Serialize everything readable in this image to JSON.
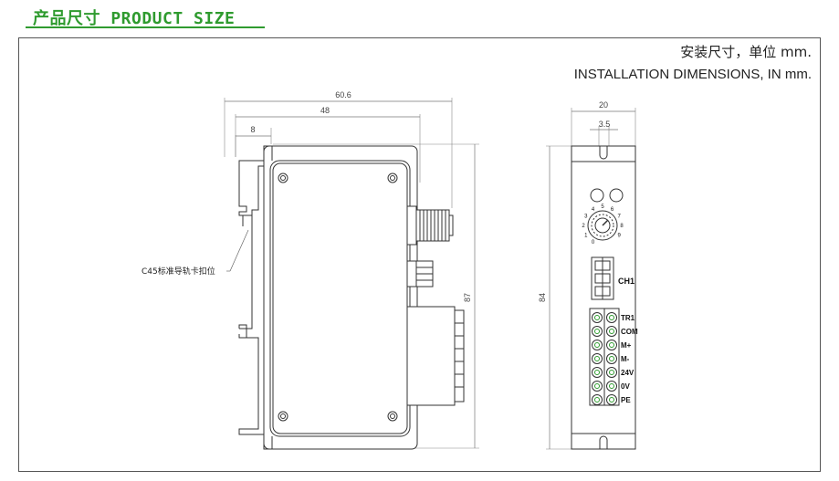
{
  "header": {
    "title": "产品尺寸 PRODUCT SIZE",
    "accent_color": "#2f9b2f"
  },
  "notes": {
    "units_cn": "安装尺寸，单位 mm.",
    "units_en": "INSTALLATION DIMENSIONS, IN mm."
  },
  "side_view": {
    "dim_overall_width": "60.6",
    "dim_body_width": "48",
    "dim_rail_offset": "8",
    "dim_height": "87",
    "rail_callout": "C45标准导轨卡扣位"
  },
  "front_view": {
    "dim_width": "20",
    "dim_slot": "3.5",
    "dim_height": "84",
    "connector_label": "CH1",
    "dial_numbers": [
      "0",
      "1",
      "2",
      "3",
      "4",
      "5",
      "6",
      "7",
      "8",
      "9"
    ],
    "terminals": [
      "TR1",
      "COM",
      "M+",
      "M-",
      "24V",
      "0V",
      "PE"
    ]
  },
  "colors": {
    "line": "#333333",
    "dim_line": "#777777",
    "terminal_green": "#2f9b2f"
  }
}
